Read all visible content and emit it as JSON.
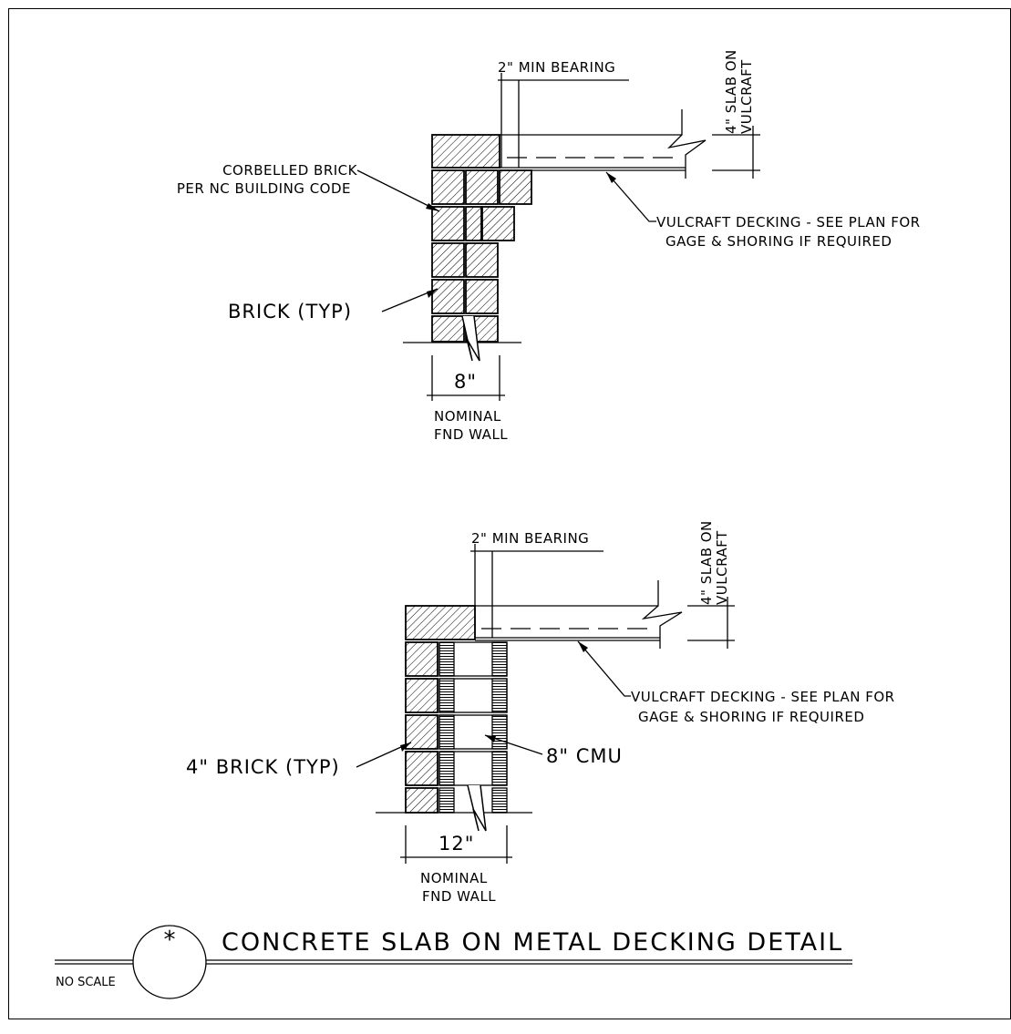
{
  "detail_top": {
    "bearing_label": "2\" MIN BEARING",
    "slab_label_line1": "4\" SLAB ON",
    "slab_label_line2": "VULCRAFT",
    "corbel_label_line1": "CORBELLED BRICK",
    "corbel_label_line2": "PER NC BUILDING CODE",
    "decking_label_line1": "VULCRAFT DECKING - SEE PLAN FOR",
    "decking_label_line2": "GAGE & SHORING IF REQUIRED",
    "brick_label": "BRICK (TYP)",
    "width_dim": "8\"",
    "wall_label_line1": "NOMINAL",
    "wall_label_line2": "FND WALL"
  },
  "detail_bottom": {
    "bearing_label": "2\" MIN BEARING",
    "slab_label_line1": "4\" SLAB ON",
    "slab_label_line2": "VULCRAFT",
    "brick_label": "4\" BRICK (TYP)",
    "decking_label_line1": "VULCRAFT DECKING - SEE PLAN FOR",
    "decking_label_line2": "GAGE & SHORING IF REQUIRED",
    "cmu_label": "8\" CMU",
    "width_dim": "12\"",
    "wall_label_line1": "NOMINAL",
    "wall_label_line2": "FND WALL"
  },
  "title_block": {
    "symbol": "*",
    "title": "CONCRETE SLAB ON METAL DECKING DETAIL",
    "scale": "NO SCALE"
  }
}
